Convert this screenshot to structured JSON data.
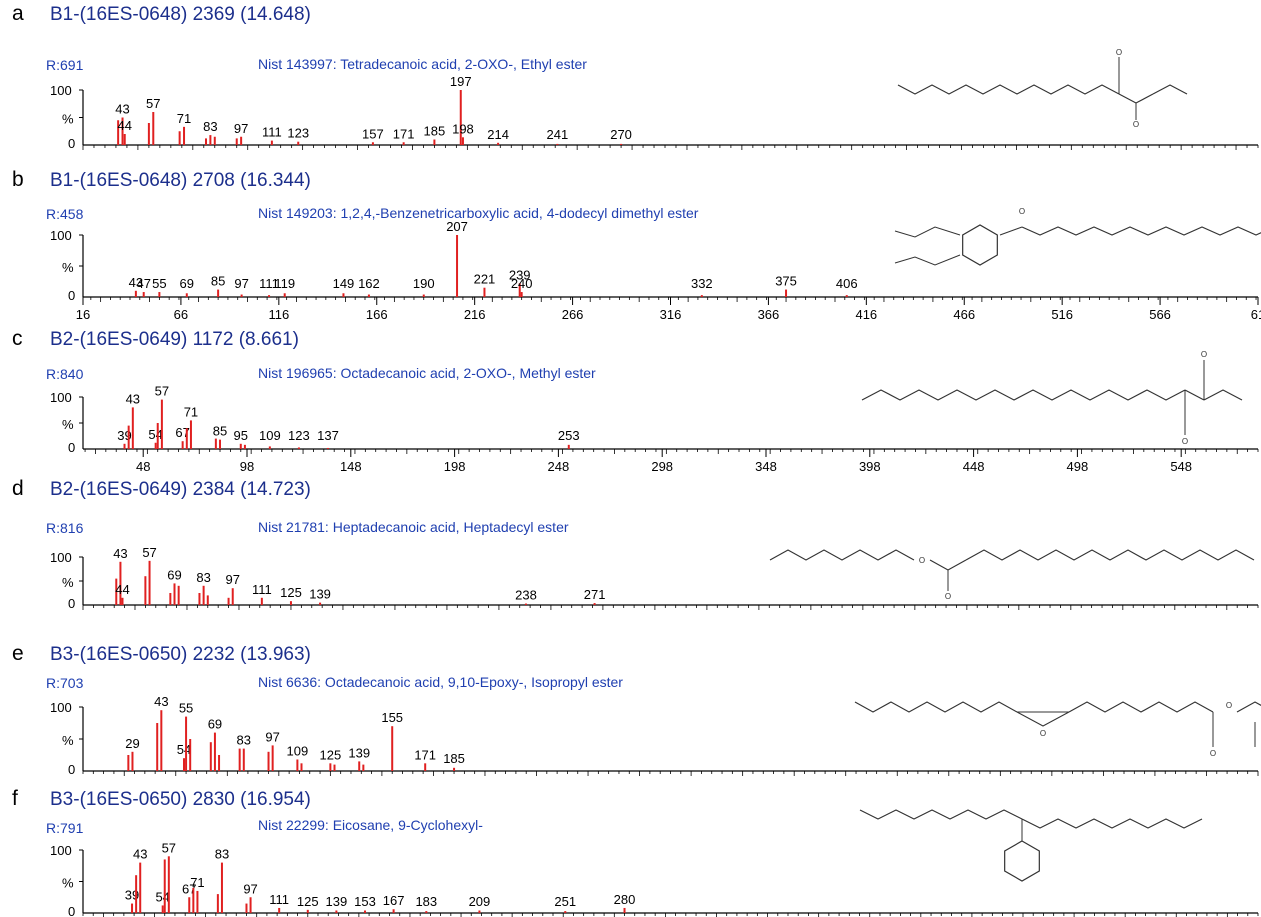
{
  "panels": [
    {
      "letter": "a",
      "title": "B1-(16ES-0648) 2369 (14.648)",
      "r_value": "R:691",
      "nist": "Nist 143997: Tetradecanoic acid, 2-OXO-, Ethyl ester",
      "y_ticks": [
        "100",
        "%",
        "0"
      ],
      "x_tick_labels": [],
      "structure": "tetradecanoic-2-oxo-ethyl-ester",
      "chart_data": {
        "type": "bar",
        "xlim": [
          25,
          560
        ],
        "ylim": [
          0,
          100
        ],
        "peaks": [
          {
            "mz": 41,
            "i": 45
          },
          {
            "mz": 43,
            "i": 50,
            "label": "43"
          },
          {
            "mz": 44,
            "i": 20,
            "label": "44"
          },
          {
            "mz": 55,
            "i": 40
          },
          {
            "mz": 57,
            "i": 60,
            "label": "57"
          },
          {
            "mz": 69,
            "i": 25
          },
          {
            "mz": 71,
            "i": 33,
            "label": "71"
          },
          {
            "mz": 81,
            "i": 12
          },
          {
            "mz": 83,
            "i": 18,
            "label": "83"
          },
          {
            "mz": 85,
            "i": 15
          },
          {
            "mz": 95,
            "i": 12
          },
          {
            "mz": 97,
            "i": 15,
            "label": "97"
          },
          {
            "mz": 111,
            "i": 8,
            "label": "111"
          },
          {
            "mz": 123,
            "i": 6,
            "label": "123"
          },
          {
            "mz": 157,
            "i": 5,
            "label": "157"
          },
          {
            "mz": 171,
            "i": 5,
            "label": "171"
          },
          {
            "mz": 185,
            "i": 10,
            "label": "185"
          },
          {
            "mz": 197,
            "i": 100,
            "label": "197"
          },
          {
            "mz": 198,
            "i": 14,
            "label": "198"
          },
          {
            "mz": 214,
            "i": 4,
            "label": "214"
          },
          {
            "mz": 241,
            "i": 2,
            "label": "241"
          },
          {
            "mz": 270,
            "i": 2,
            "label": "270"
          }
        ]
      }
    },
    {
      "letter": "b",
      "title": "B1-(16ES-0648) 2708 (16.344)",
      "r_value": "R:458",
      "nist": "Nist 149203: 1,2,4,-Benzenetricarboxylic acid, 4-dodecyl dimethyl ester",
      "y_ticks": [
        "100",
        "%",
        "0"
      ],
      "x_tick_labels": [
        "16",
        "66",
        "116",
        "166",
        "216",
        "266",
        "316",
        "366",
        "416",
        "466",
        "516",
        "566",
        "61"
      ],
      "structure": "benzenetricarboxylic-dodecyl-dimethyl-ester",
      "chart_data": {
        "type": "bar",
        "xlim": [
          16,
          616
        ],
        "ylim": [
          0,
          100
        ],
        "peaks": [
          {
            "mz": 43,
            "i": 10,
            "label": "43"
          },
          {
            "mz": 47,
            "i": 8,
            "label": "47"
          },
          {
            "mz": 55,
            "i": 8,
            "label": "55"
          },
          {
            "mz": 69,
            "i": 6,
            "label": "69"
          },
          {
            "mz": 85,
            "i": 12,
            "label": "85"
          },
          {
            "mz": 97,
            "i": 4,
            "label": "97"
          },
          {
            "mz": 111,
            "i": 3,
            "label": "111"
          },
          {
            "mz": 119,
            "i": 6,
            "label": "119"
          },
          {
            "mz": 149,
            "i": 6,
            "label": "149"
          },
          {
            "mz": 162,
            "i": 4,
            "label": "162"
          },
          {
            "mz": 190,
            "i": 4,
            "label": "190"
          },
          {
            "mz": 207,
            "i": 100,
            "label": "207"
          },
          {
            "mz": 221,
            "i": 15,
            "label": "221"
          },
          {
            "mz": 239,
            "i": 22,
            "label": "239"
          },
          {
            "mz": 240,
            "i": 8,
            "label": "240"
          },
          {
            "mz": 332,
            "i": 3,
            "label": "332"
          },
          {
            "mz": 375,
            "i": 12,
            "label": "375"
          },
          {
            "mz": 406,
            "i": 3,
            "label": "406"
          }
        ]
      }
    },
    {
      "letter": "c",
      "title": "B2-(16ES-0649) 1172 (8.661)",
      "r_value": "R:840",
      "nist": "Nist 196965: Octadecanoic acid, 2-OXO-, Methyl ester",
      "y_ticks": [
        "100",
        "%",
        "0"
      ],
      "x_tick_labels": [
        "48",
        "98",
        "148",
        "198",
        "248",
        "298",
        "348",
        "398",
        "448",
        "498",
        "548"
      ],
      "structure": "octadecanoic-2-oxo-methyl-ester",
      "chart_data": {
        "type": "bar",
        "xlim": [
          19,
          585
        ],
        "ylim": [
          0,
          100
        ],
        "peaks": [
          {
            "mz": 39,
            "i": 10,
            "label": "39"
          },
          {
            "mz": 41,
            "i": 45
          },
          {
            "mz": 43,
            "i": 80,
            "label": "43"
          },
          {
            "mz": 54,
            "i": 12,
            "label": "54"
          },
          {
            "mz": 55,
            "i": 50
          },
          {
            "mz": 57,
            "i": 95,
            "label": "57"
          },
          {
            "mz": 67,
            "i": 15,
            "label": "67"
          },
          {
            "mz": 69,
            "i": 40
          },
          {
            "mz": 71,
            "i": 55,
            "label": "71"
          },
          {
            "mz": 83,
            "i": 20
          },
          {
            "mz": 85,
            "i": 18,
            "label": "85"
          },
          {
            "mz": 95,
            "i": 10,
            "label": "95"
          },
          {
            "mz": 97,
            "i": 8
          },
          {
            "mz": 109,
            "i": 5,
            "label": "109"
          },
          {
            "mz": 123,
            "i": 3,
            "label": "123"
          },
          {
            "mz": 137,
            "i": 2,
            "label": "137"
          },
          {
            "mz": 253,
            "i": 8,
            "label": "253"
          }
        ]
      }
    },
    {
      "letter": "d",
      "title": "B2-(16ES-0649) 2384 (14.723)",
      "r_value": "R:816",
      "nist": "Nist 21781: Heptadecanoic acid, Heptadecyl ester",
      "y_ticks": [
        "100",
        "%",
        "0"
      ],
      "x_tick_labels": [],
      "structure": "heptadecanoic-heptadecyl-ester",
      "chart_data": {
        "type": "bar",
        "xlim": [
          25,
          590
        ],
        "ylim": [
          0,
          100
        ],
        "peaks": [
          {
            "mz": 41,
            "i": 55
          },
          {
            "mz": 43,
            "i": 90,
            "label": "43"
          },
          {
            "mz": 44,
            "i": 15,
            "label": "44"
          },
          {
            "mz": 55,
            "i": 60
          },
          {
            "mz": 57,
            "i": 92,
            "label": "57"
          },
          {
            "mz": 67,
            "i": 25
          },
          {
            "mz": 69,
            "i": 45,
            "label": "69"
          },
          {
            "mz": 71,
            "i": 40
          },
          {
            "mz": 81,
            "i": 25
          },
          {
            "mz": 83,
            "i": 40,
            "label": "83"
          },
          {
            "mz": 85,
            "i": 20
          },
          {
            "mz": 95,
            "i": 15
          },
          {
            "mz": 97,
            "i": 35,
            "label": "97"
          },
          {
            "mz": 111,
            "i": 15,
            "label": "111"
          },
          {
            "mz": 125,
            "i": 8,
            "label": "125"
          },
          {
            "mz": 139,
            "i": 5,
            "label": "139"
          },
          {
            "mz": 238,
            "i": 3,
            "label": "238"
          },
          {
            "mz": 271,
            "i": 4,
            "label": "271"
          }
        ]
      }
    },
    {
      "letter": "e",
      "title": "B3-(16ES-0650) 2232 (13.963)",
      "r_value": "R:703",
      "nist": "Nist 6636: Octadecanoic acid, 9,10-Epoxy-, Isopropyl ester",
      "y_ticks": [
        "100",
        "%",
        "0"
      ],
      "x_tick_labels": [],
      "structure": "octadecanoic-epoxy-isopropyl-ester",
      "chart_data": {
        "type": "bar",
        "xlim": [
          5,
          575
        ],
        "ylim": [
          0,
          100
        ],
        "peaks": [
          {
            "mz": 27,
            "i": 25
          },
          {
            "mz": 29,
            "i": 30,
            "label": "29"
          },
          {
            "mz": 41,
            "i": 75
          },
          {
            "mz": 43,
            "i": 95,
            "label": "43"
          },
          {
            "mz": 54,
            "i": 20,
            "label": "54"
          },
          {
            "mz": 55,
            "i": 85,
            "label": "55"
          },
          {
            "mz": 57,
            "i": 50
          },
          {
            "mz": 67,
            "i": 45
          },
          {
            "mz": 69,
            "i": 60,
            "label": "69"
          },
          {
            "mz": 71,
            "i": 25
          },
          {
            "mz": 81,
            "i": 35
          },
          {
            "mz": 83,
            "i": 35,
            "label": "83"
          },
          {
            "mz": 95,
            "i": 30
          },
          {
            "mz": 97,
            "i": 40,
            "label": "97"
          },
          {
            "mz": 109,
            "i": 18,
            "label": "109"
          },
          {
            "mz": 111,
            "i": 12
          },
          {
            "mz": 125,
            "i": 12,
            "label": "125"
          },
          {
            "mz": 127,
            "i": 10
          },
          {
            "mz": 139,
            "i": 15,
            "label": "139"
          },
          {
            "mz": 141,
            "i": 10
          },
          {
            "mz": 155,
            "i": 70,
            "label": "155"
          },
          {
            "mz": 171,
            "i": 12,
            "label": "171"
          },
          {
            "mz": 185,
            "i": 5,
            "label": "185"
          }
        ]
      }
    },
    {
      "letter": "f",
      "title": "B3-(16ES-0650) 2830 (16.954)",
      "r_value": "R:791",
      "nist": "Nist 22299: Eicosane, 9-Cyclohexyl-",
      "y_ticks": [
        "100",
        "%",
        "0"
      ],
      "x_tick_labels": [],
      "structure": "eicosane-9-cyclohexyl",
      "chart_data": {
        "type": "bar",
        "xlim": [
          15,
          590
        ],
        "ylim": [
          0,
          100
        ],
        "peaks": [
          {
            "mz": 39,
            "i": 15,
            "label": "39"
          },
          {
            "mz": 41,
            "i": 60
          },
          {
            "mz": 43,
            "i": 80,
            "label": "43"
          },
          {
            "mz": 54,
            "i": 12,
            "label": "54"
          },
          {
            "mz": 55,
            "i": 85
          },
          {
            "mz": 57,
            "i": 90,
            "label": "57"
          },
          {
            "mz": 67,
            "i": 25,
            "label": "67"
          },
          {
            "mz": 69,
            "i": 40
          },
          {
            "mz": 71,
            "i": 35,
            "label": "71"
          },
          {
            "mz": 81,
            "i": 30
          },
          {
            "mz": 83,
            "i": 80,
            "label": "83"
          },
          {
            "mz": 95,
            "i": 15
          },
          {
            "mz": 97,
            "i": 25,
            "label": "97"
          },
          {
            "mz": 111,
            "i": 8,
            "label": "111"
          },
          {
            "mz": 125,
            "i": 5,
            "label": "125"
          },
          {
            "mz": 139,
            "i": 4,
            "label": "139"
          },
          {
            "mz": 153,
            "i": 4,
            "label": "153"
          },
          {
            "mz": 167,
            "i": 6,
            "label": "167"
          },
          {
            "mz": 183,
            "i": 3,
            "label": "183"
          },
          {
            "mz": 209,
            "i": 4,
            "label": "209"
          },
          {
            "mz": 251,
            "i": 3,
            "label": "251"
          },
          {
            "mz": 280,
            "i": 8,
            "label": "280"
          }
        ]
      }
    }
  ],
  "colors": {
    "title": "#1c2f8c",
    "nist": "#1f3fb0",
    "r_value": "#1f3fb0",
    "peak": "#e02020",
    "axis": "#000000",
    "text": "#000000",
    "structure": "#333333"
  }
}
